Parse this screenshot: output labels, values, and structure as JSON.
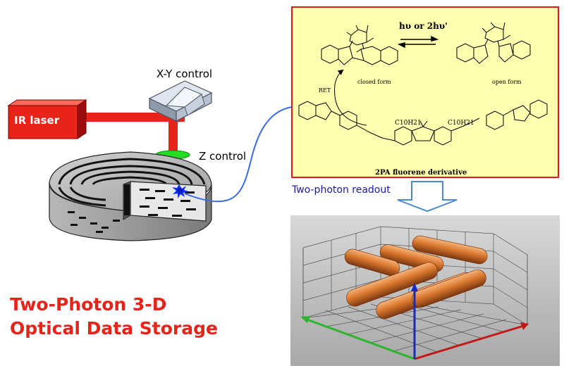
{
  "labels": {
    "xy_control": "X-Y control",
    "z_control": "Z control",
    "ir_laser": "IR laser",
    "two_photon_readout": "Two-photon readout",
    "title_line1": "Two-Photon 3-D",
    "title_line2": "Optical Data Storage"
  },
  "chemistry": {
    "light": "hυ or 2hυ'",
    "closed_form": "closed form",
    "open_form": "open form",
    "ret": "RET",
    "chain1": "C10H21",
    "chain2": "C10H21",
    "caption": "2PA fluorene derivative"
  },
  "colors": {
    "laser": "#e8231a",
    "beam": "#e8231a",
    "lens": "#22dd22",
    "panel_fill": "#ffffb0",
    "panel_border": "#e01a1a",
    "title": "#e8231a",
    "readout_text": "#1a1aa0",
    "tube": "#d9772e",
    "plot_bg": "#bdbdbd"
  }
}
